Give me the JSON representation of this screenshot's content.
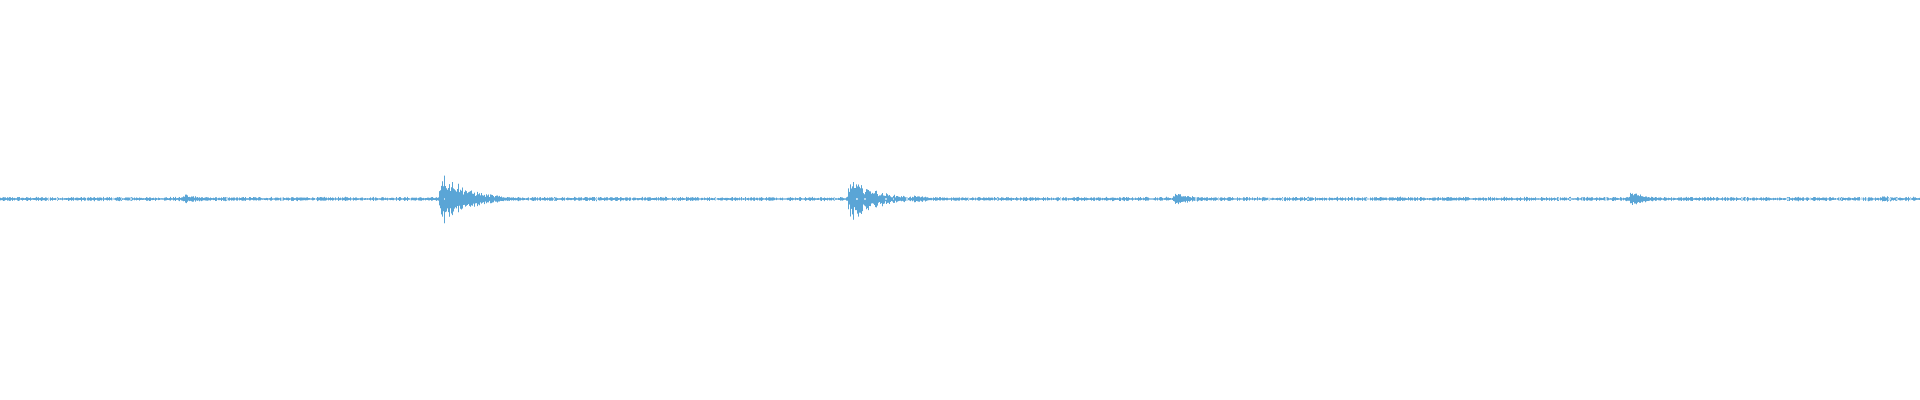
{
  "waveform": {
    "color": "#5aa5d6",
    "background": "#ffffff",
    "baseline_amplitude": 0.004,
    "duration_fraction_axis": "normalized",
    "transients": [
      {
        "position": 0.096,
        "peak": 0.012,
        "decay": 0.01
      },
      {
        "position": 0.2295,
        "peak": 0.065,
        "decay": 0.014
      },
      {
        "position": 0.4425,
        "peak": 0.052,
        "decay": 0.014
      },
      {
        "position": 0.476,
        "peak": 0.01,
        "decay": 0.01
      },
      {
        "position": 0.612,
        "peak": 0.014,
        "decay": 0.012
      },
      {
        "position": 0.729,
        "peak": 0.006,
        "decay": 0.005
      },
      {
        "position": 0.849,
        "peak": 0.016,
        "decay": 0.01
      },
      {
        "position": 0.98,
        "peak": 0.008,
        "decay": 0.012
      }
    ]
  }
}
